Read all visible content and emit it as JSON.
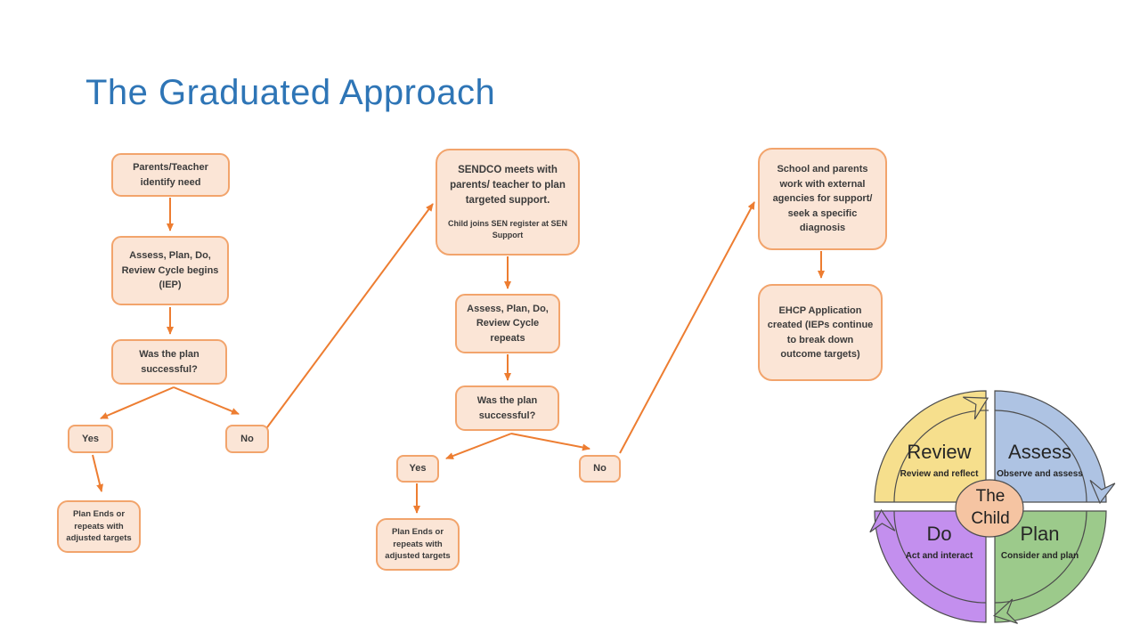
{
  "slide": {
    "title": "The Graduated Approach",
    "title_color": "#2E75B6",
    "background": "#FFFFFF"
  },
  "flowchart": {
    "box_fill": "#FBE5D6",
    "box_border": "#F2A46C",
    "arrow_color": "#ED7D31",
    "stage1": {
      "step1": "Parents/Teacher identify need",
      "step2": "Assess, Plan, Do, Review Cycle begins (IEP)",
      "step3": "Was the plan successful?",
      "yes": "Yes",
      "no": "No",
      "end": "Plan Ends or repeats with adjusted targets"
    },
    "stage2": {
      "step1_main": "SENDCO meets with parents/ teacher to plan targeted support.",
      "step1_sub": "Child joins SEN register at SEN Support",
      "step2": "Assess, Plan, Do, Review Cycle repeats",
      "step3": "Was the plan successful?",
      "yes": "Yes",
      "no": "No",
      "end": "Plan Ends or repeats with adjusted targets"
    },
    "stage3": {
      "step1": "School and parents work with external agencies for support/ seek a specific diagnosis",
      "step2": "EHCP Application created (IEPs continue to break down outcome targets)"
    }
  },
  "cycle": {
    "center": {
      "line1": "The",
      "line2": "Child",
      "fill": "#F5C4A2"
    },
    "direction": "clockwise",
    "quadrants": [
      {
        "name": "Review",
        "subtitle": "Review and reflect",
        "color": "#F6DF8D",
        "position": "top-left"
      },
      {
        "name": "Assess",
        "subtitle": "Observe and assess",
        "color": "#AEC3E3",
        "position": "top-right"
      },
      {
        "name": "Do",
        "subtitle": "Act and interact",
        "color": "#C38FEE",
        "position": "bottom-left"
      },
      {
        "name": "Plan",
        "subtitle": "Consider and plan",
        "color": "#9CCA8B",
        "position": "bottom-right"
      }
    ]
  }
}
